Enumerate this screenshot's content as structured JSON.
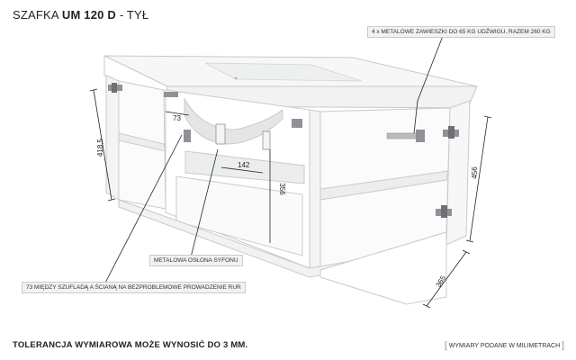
{
  "title": {
    "prefix": "SZAFKA",
    "model": "UM 120 D",
    "suffix": "- TYŁ"
  },
  "callouts": {
    "hangers": "4 x METALOWE ZAWIESZKI DO 65 KG UDŹWIGU, RAZEM 260 KG",
    "siphon_cover": "METALOWA OSŁONA SYFONU",
    "drawer_gap": "73 MIĘDZY SZUFLADĄ A ŚCIANĄ NA BEZPROBLEMOWE PROWADZENIE RUR"
  },
  "dimensions": {
    "height_left": "418,5",
    "gap_top": "73",
    "siphon_width": "142",
    "drawer_height": "356",
    "height_right": "456",
    "depth": "365"
  },
  "footer": {
    "tolerance": "TOLERANCJA WYMIAROWA MOŻE WYNOSIĆ DO 3 MM.",
    "units_note": "WYMIARY PODANE W MILIMETRACH"
  },
  "colors": {
    "panel": "#ffffff",
    "edge": "#c8cbc9",
    "shade": "#eceeed",
    "metal": "#8e9296",
    "line": "#222222"
  }
}
